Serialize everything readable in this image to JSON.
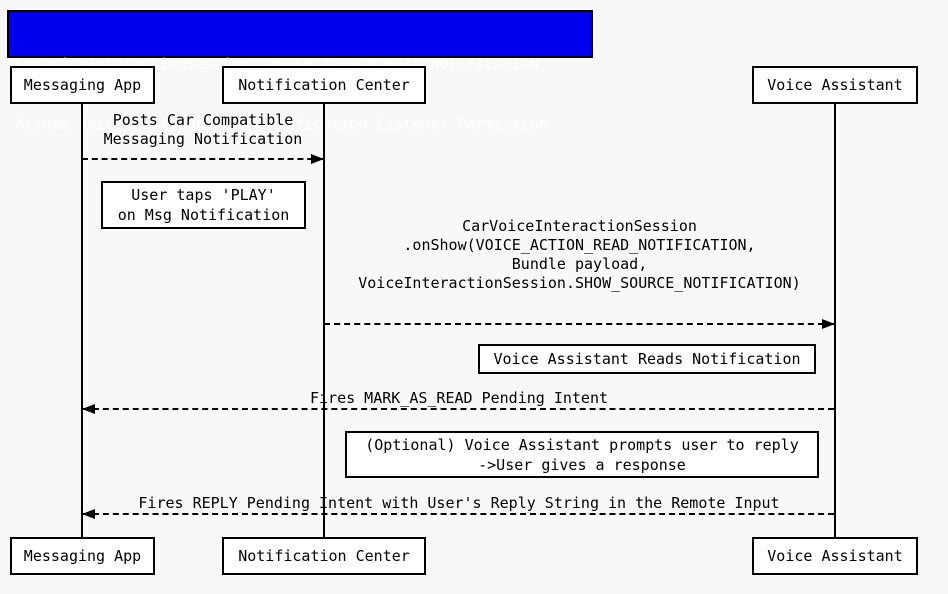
{
  "title": {
    "line1": "CarVoiceInteractionSession: VOICE_ACTION_READ_NOTIFICATION",
    "line2": "Assume Voice Assistant has Notification Listener Permission"
  },
  "participants": {
    "messaging_app": "Messaging App",
    "notification_center": "Notification Center",
    "voice_assistant": "Voice Assistant"
  },
  "messages": {
    "posts_notification": {
      "label": "Posts Car Compatible\nMessaging Notification",
      "from": "Messaging App",
      "to": "Notification Center",
      "style": "dashed-arrow-right"
    },
    "on_show": {
      "label": "CarVoiceInteractionSession\n.onShow(VOICE_ACTION_READ_NOTIFICATION,\nBundle payload,\nVoiceInteractionSession.SHOW_SOURCE_NOTIFICATION)",
      "from": "Notification Center",
      "to": "Voice Assistant",
      "style": "dashed-arrow-right"
    },
    "mark_as_read": {
      "label": "Fires MARK_AS_READ Pending Intent",
      "from": "Voice Assistant",
      "to": "Messaging App",
      "style": "dashed-arrow-left"
    },
    "reply": {
      "label": "Fires REPLY Pending Intent with User's Reply String in the Remote Input",
      "from": "Voice Assistant",
      "to": "Messaging App",
      "style": "dashed-arrow-left"
    }
  },
  "notes": {
    "user_taps_play": "User taps 'PLAY'\non Msg Notification",
    "voice_assistant_reads": "Voice Assistant Reads Notification",
    "optional_reply": "(Optional) Voice Assistant prompts user to reply\n->User gives a response"
  },
  "colors": {
    "canvas_bg": "#f8f8f8",
    "title_bg": "#0000ee",
    "title_text": "#ffffff",
    "box_bg": "#ffffff",
    "line": "#000000"
  }
}
